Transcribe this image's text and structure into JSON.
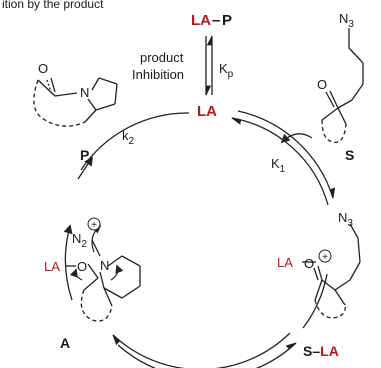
{
  "header_fragment": "ition by the product",
  "colors": {
    "red": "#b01b1b",
    "ink": "#1a1a1a",
    "bond": "#222222"
  },
  "top": {
    "la": "LA",
    "dash": "–",
    "p": "P",
    "product": "product",
    "inhibition": "Inhibition",
    "kp_main": "K",
    "kp_sub": "p",
    "center_la": "LA"
  },
  "rate_constants": {
    "k2_main": "k",
    "k2_sub": "2",
    "k1_main": "K",
    "k1_sub": "1"
  },
  "species": {
    "P": "P",
    "S": "S",
    "A": "A",
    "SLA_s": "S",
    "SLA_dash": "–",
    "SLA_la": "LA"
  },
  "atoms": {
    "N3_top": "N",
    "N3_top_sub": "3",
    "O_P": "O",
    "N_P": "N",
    "O_S": "O",
    "N3_bot": "N",
    "N3_bot_sub": "3",
    "LA_SLA": "LA",
    "O_SLA": "O",
    "plus_SLA": "+",
    "N2": "N",
    "N2_sub": "2",
    "plus_N2": "+",
    "LA_A": "LA",
    "O_A": "O",
    "N_A": "N"
  }
}
